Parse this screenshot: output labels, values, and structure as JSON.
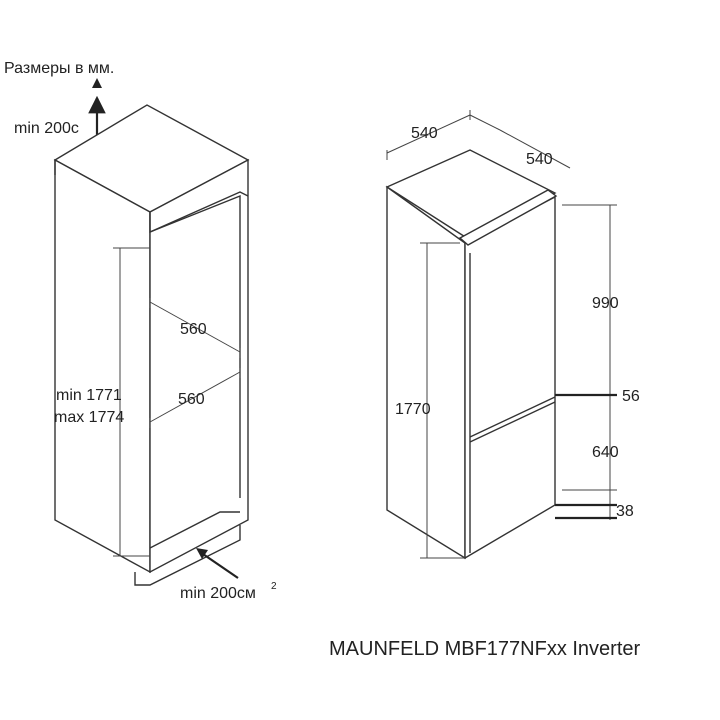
{
  "header": {
    "units_note": "Размеры в мм."
  },
  "niche": {
    "top_vent": "min 200с",
    "depth_upper": "560",
    "depth_lower": "560",
    "height_min": "min 1771",
    "height_max": "max 1774",
    "bottom_vent": "min 200см",
    "bottom_vent_sup": "2"
  },
  "appliance": {
    "width": "540",
    "depth": "540",
    "height": "1770",
    "upper_section": "990",
    "gap": "56",
    "lower_section": "640",
    "bottom": "38"
  },
  "footer": {
    "model": "MAUNFELD MBF177NFxx Inverter"
  }
}
